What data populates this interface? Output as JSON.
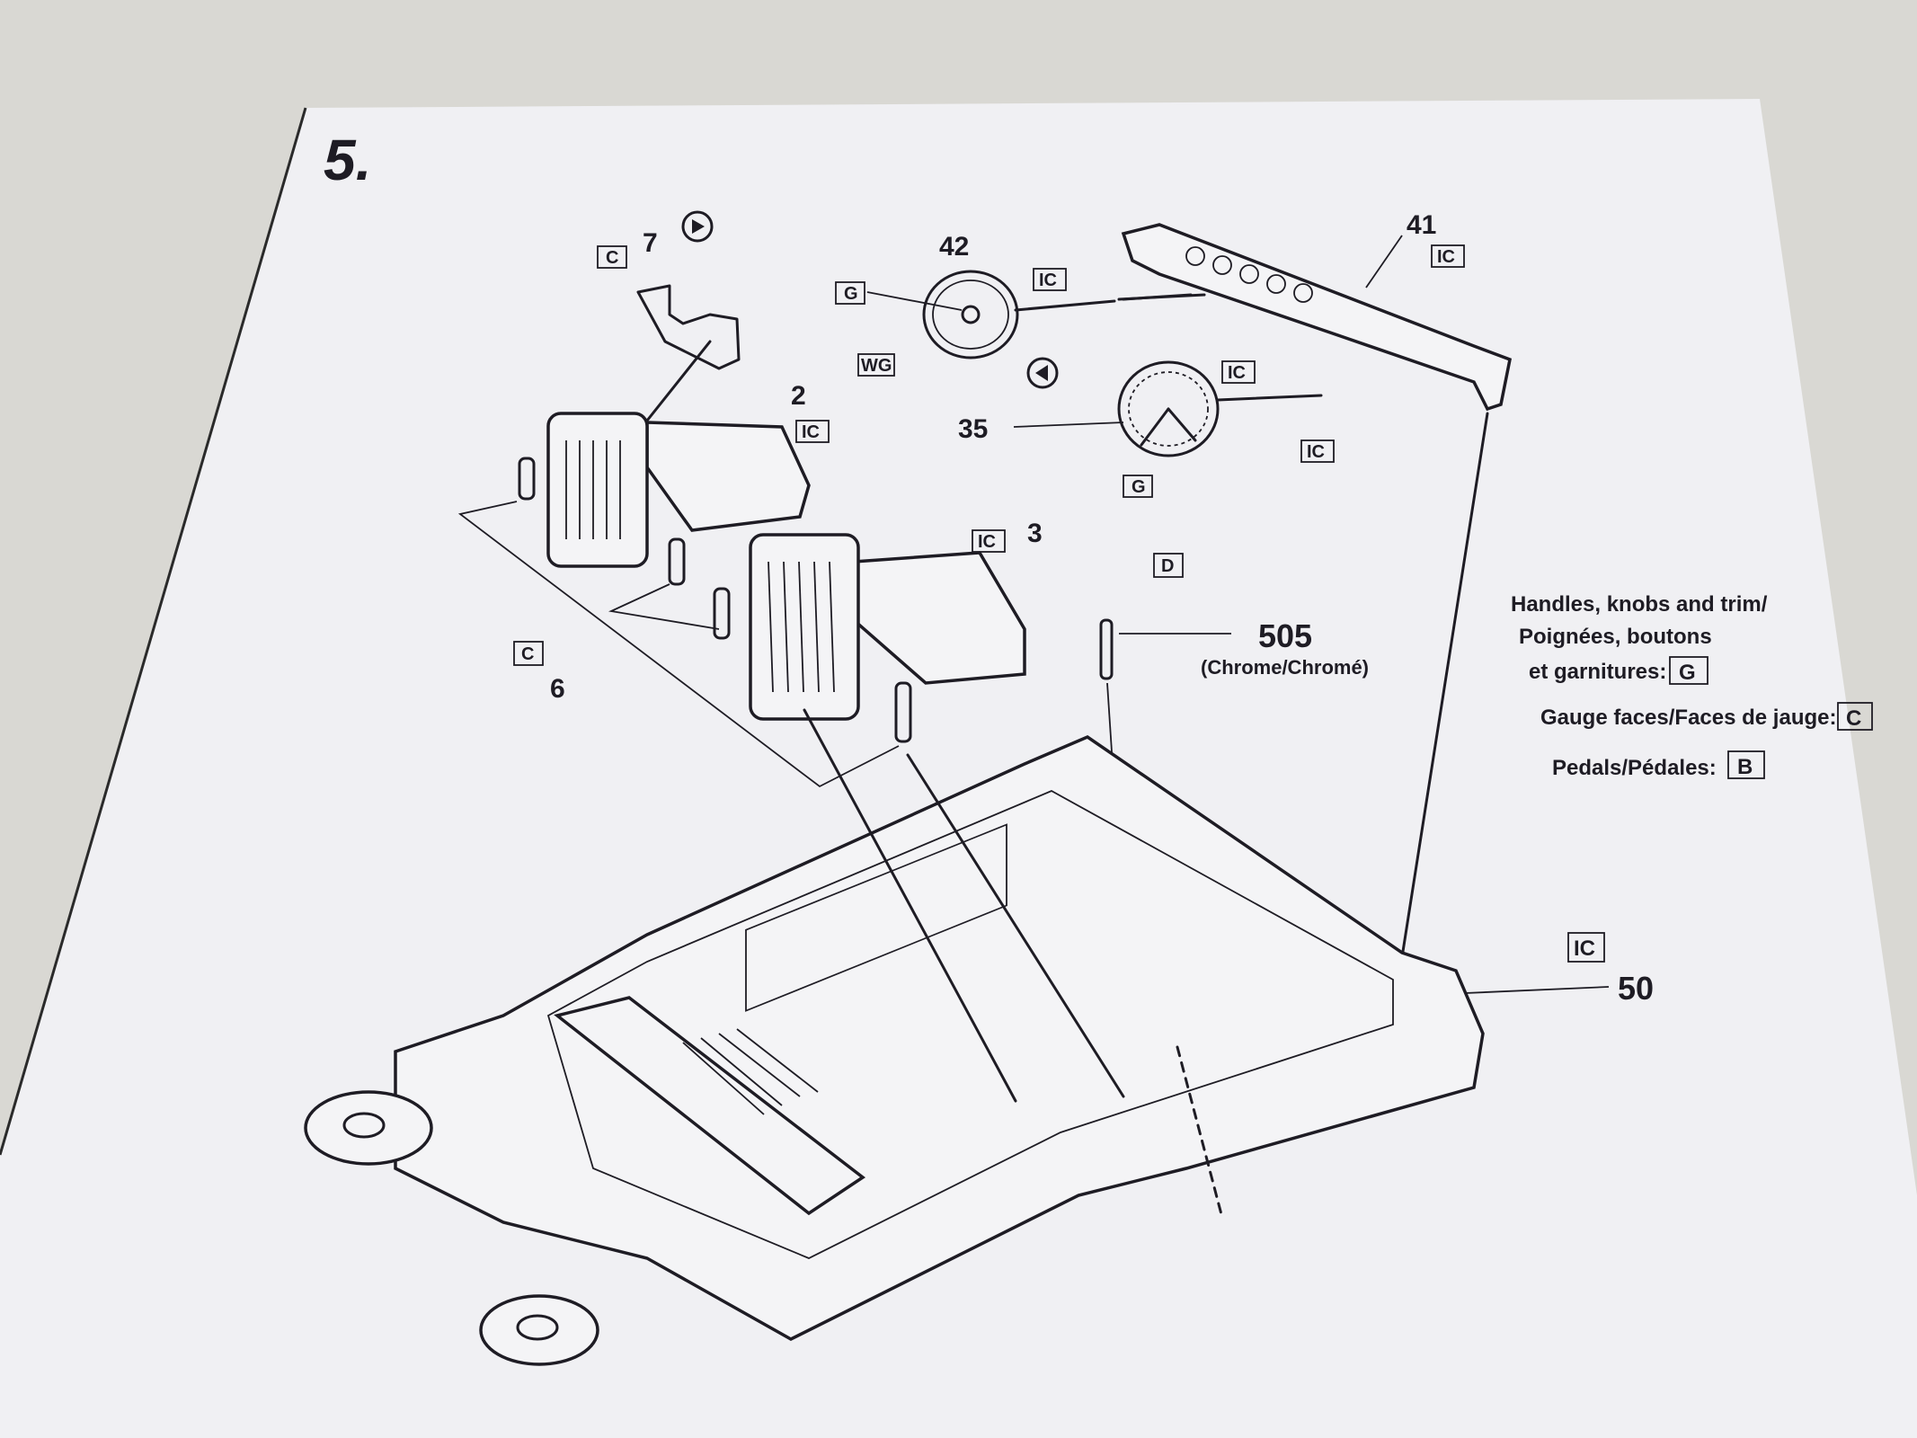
{
  "step": {
    "number": "5."
  },
  "parts": {
    "p7": "7",
    "p42": "42",
    "p41": "41",
    "p2": "2",
    "p35": "35",
    "p3": "3",
    "p6": "6",
    "p505": "505",
    "p505_note": "(Chrome/Chromé)",
    "p50": "50"
  },
  "color_codes": {
    "c7": "C",
    "g42": "G",
    "ic42": "IC",
    "wg42": "WG",
    "ic41": "IC",
    "ic2": "IC",
    "ic35a": "IC",
    "ic35b": "IC",
    "g35": "G",
    "ic3": "IC",
    "d505": "D",
    "c6": "C",
    "ic50": "IC"
  },
  "legend": {
    "line1": "Handles, knobs and trim/",
    "line2": "Poignées, boutons",
    "line3": "et garnitures:",
    "line3_code": "G",
    "line4": "Gauge faces/Faces de jauge:",
    "line4_code": "C",
    "line5": "Pedals/Pédales:",
    "line5_code": "B"
  },
  "colors": {
    "ink": "#1e1c24",
    "paper": "#f0f0f3",
    "background": "#d9d8d3"
  }
}
